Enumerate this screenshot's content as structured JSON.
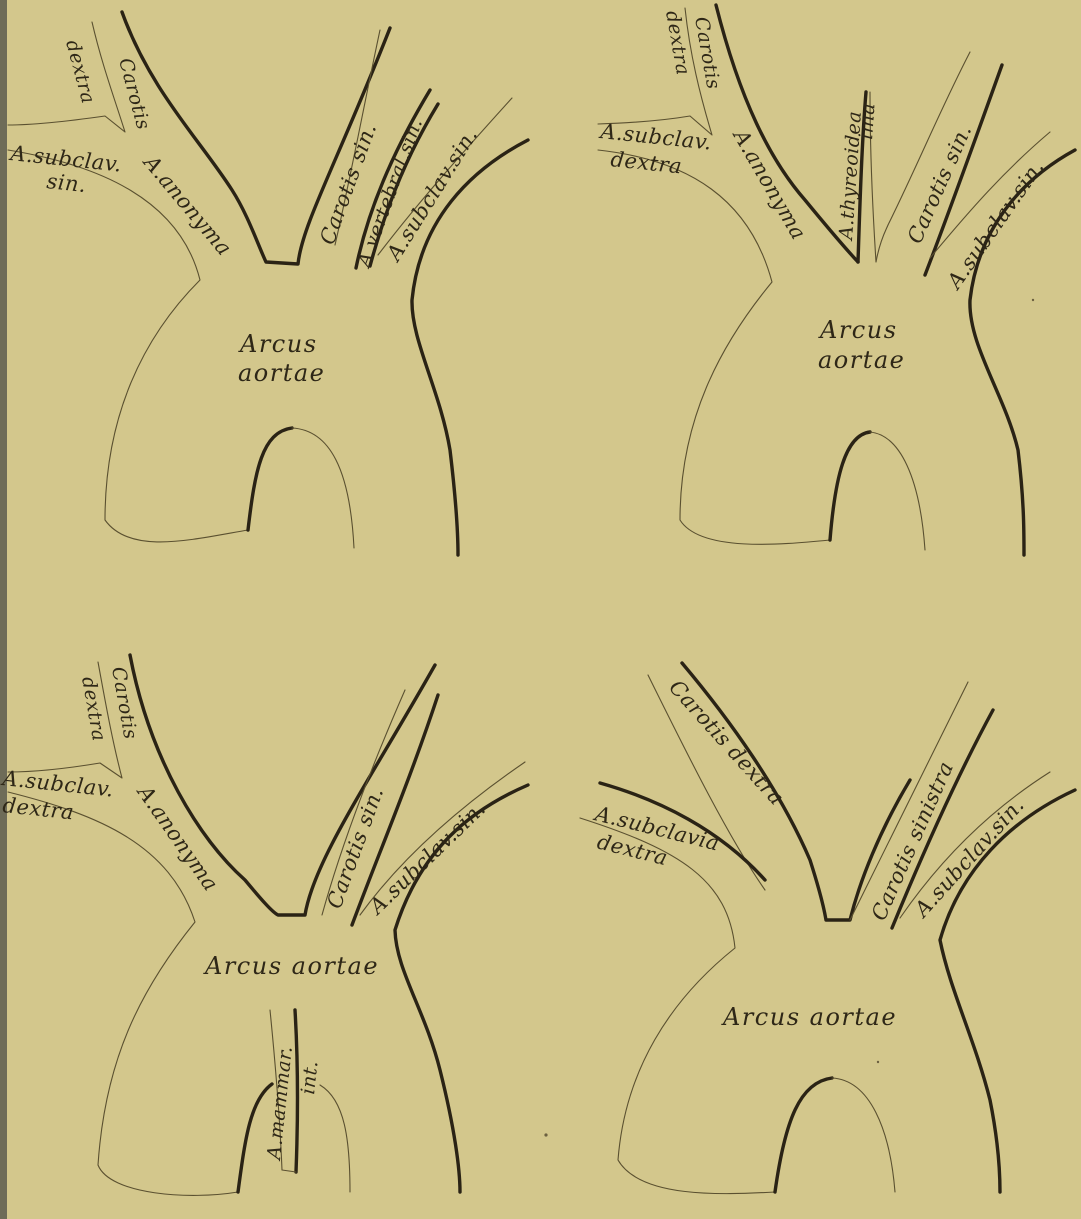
{
  "plate": {
    "paper_color": "#d3c78c",
    "ink_color": "#2a2315",
    "binding_color": "#6e6c58"
  },
  "panels": [
    {
      "labels": {
        "carotis_dextra_1": "Carotis",
        "carotis_dextra_2": "dextra",
        "subclav_sin_1": "A.subclav.",
        "subclav_sin_2": "sin.",
        "anonyma": "A.anonyma",
        "carotis_sin": "Carotis sin.",
        "vertebral_sin": "A.vertebral.sin.",
        "subclav_sin": "A.subclav.sin.",
        "arcus_1": "Arcus",
        "arcus_2": "aortae"
      }
    },
    {
      "labels": {
        "carotis_dextra_1": "Carotis",
        "carotis_dextra_2": "dextra",
        "subclav_dextra_1": "A.subclav.",
        "subclav_dextra_2": "dextra",
        "anonyma": "A.anonyma",
        "thyreoidea": "A.thyreoidea",
        "ima": "ima",
        "carotis_sin": "Carotis sin.",
        "subclav_sin": "A.subclav.sin.",
        "arcus_1": "Arcus",
        "arcus_2": "aortae"
      }
    },
    {
      "labels": {
        "carotis_dextra_1": "Carotis",
        "carotis_dextra_2": "dextra",
        "subclav_dextra_1": "A.subclav.",
        "subclav_dextra_2": "dextra",
        "anonyma": "A.anonyma",
        "carotis_sin": "Carotis sin.",
        "subclav_sin": "A.subclav.sin.",
        "arcus": "Arcus aortae",
        "mammar_1": "A.mammar.",
        "mammar_2": "int."
      }
    },
    {
      "labels": {
        "subclavia_dextra_1": "A.subclavia",
        "subclavia_dextra_2": "dextra",
        "carotis_dextra": "Carotis dextra",
        "carotis_sinistra": "Carotis sinistra",
        "subclav_sin": "A.subclav.sin.",
        "arcus": "Arcus aortae"
      }
    }
  ]
}
